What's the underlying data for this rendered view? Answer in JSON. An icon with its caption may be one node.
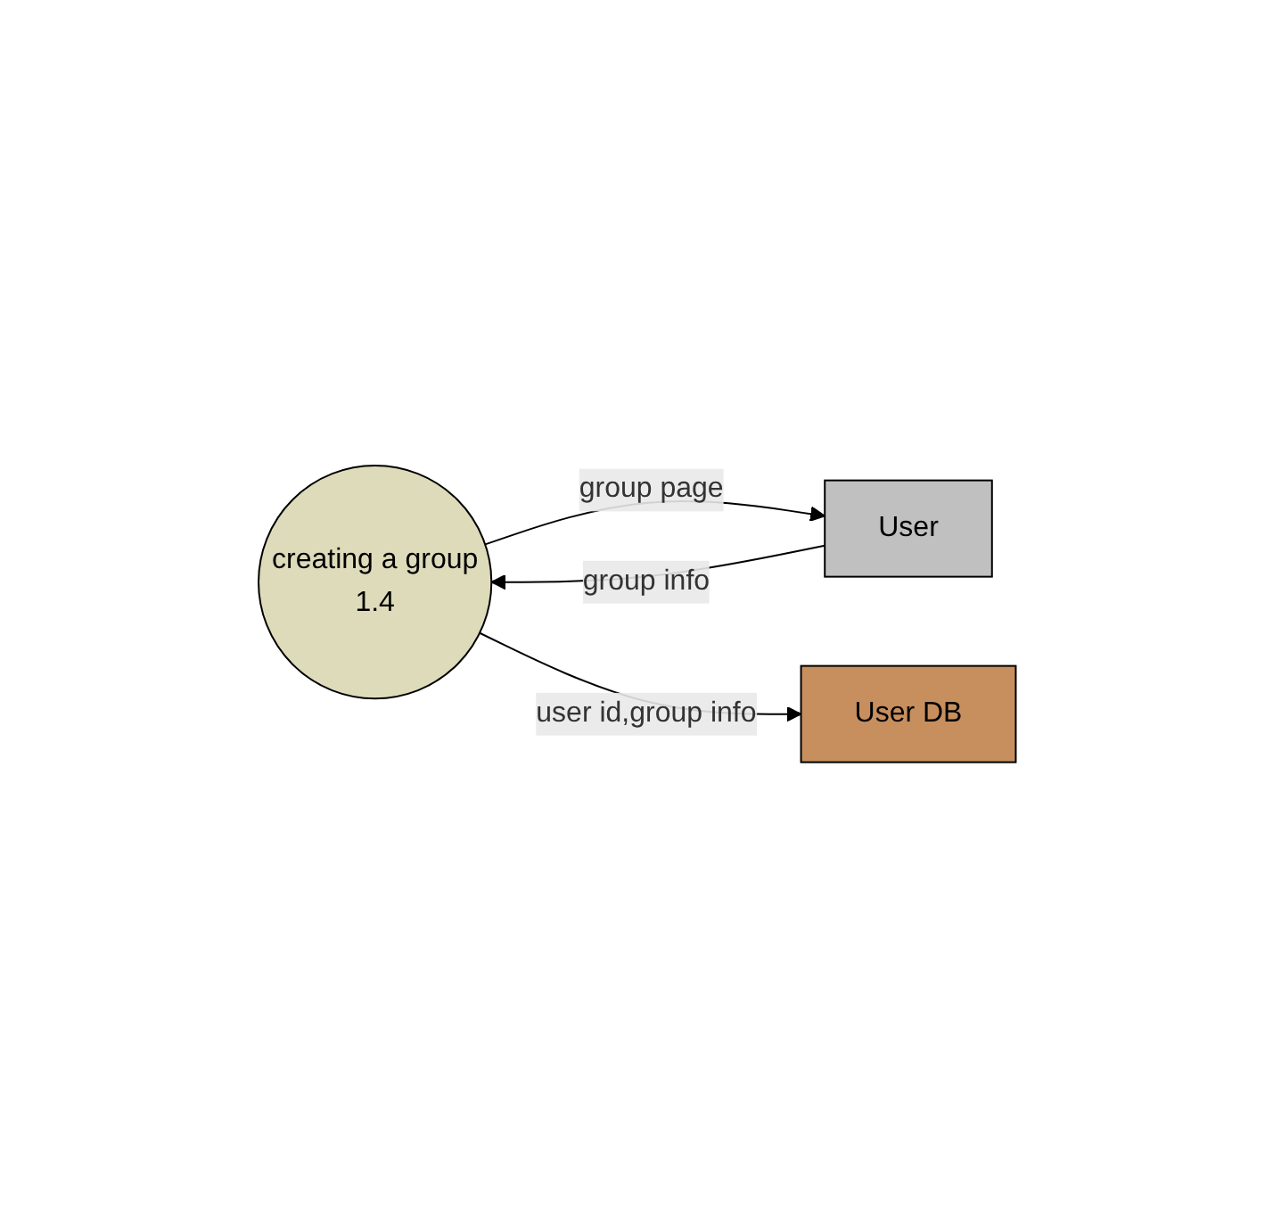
{
  "diagram": {
    "nodes": [
      {
        "text": [
          "creating a group",
          "1.4"
        ]
      },
      {
        "text": [
          "User"
        ]
      },
      {
        "text": [
          "User DB"
        ]
      }
    ],
    "edges": [
      {
        "from": 1,
        "to": 0,
        "arrow": "to",
        "label": "group info"
      },
      {
        "from": 0,
        "to": 1,
        "arrow": "to",
        "label": "group page"
      },
      {
        "from": 0,
        "to": 2,
        "arrow": "to",
        "label": "user id,group info"
      }
    ]
  }
}
